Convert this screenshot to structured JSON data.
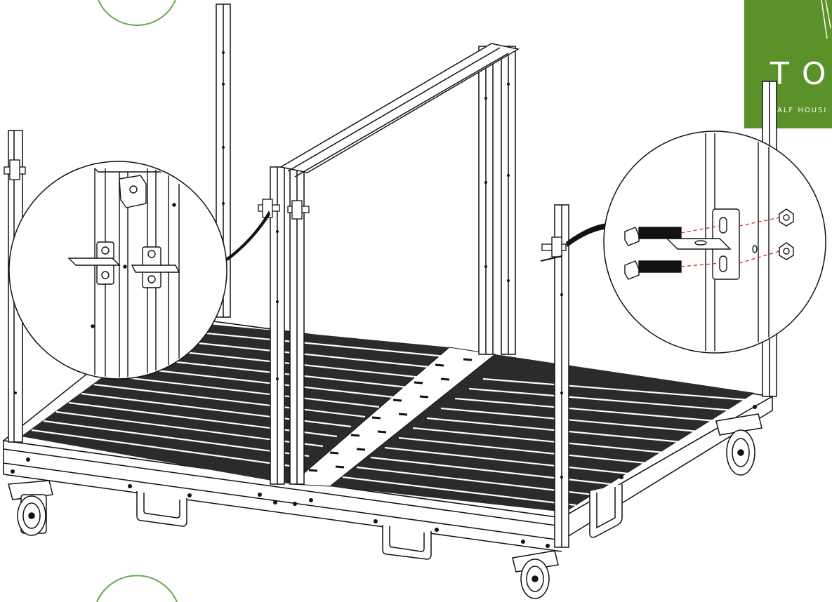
{
  "logo": {
    "title": "TOP",
    "subtitle": "CALF HOUSI",
    "color": "#5a9128"
  },
  "colors": {
    "line": "#111111",
    "grate": "#2b2b2b",
    "frame_fill": "#ffffff",
    "dash": "#e02020",
    "circle_accent": "#6aa84f"
  },
  "icons": {
    "detail_left": "bracket-mount-detail",
    "detail_right": "bolt-assembly-detail"
  }
}
